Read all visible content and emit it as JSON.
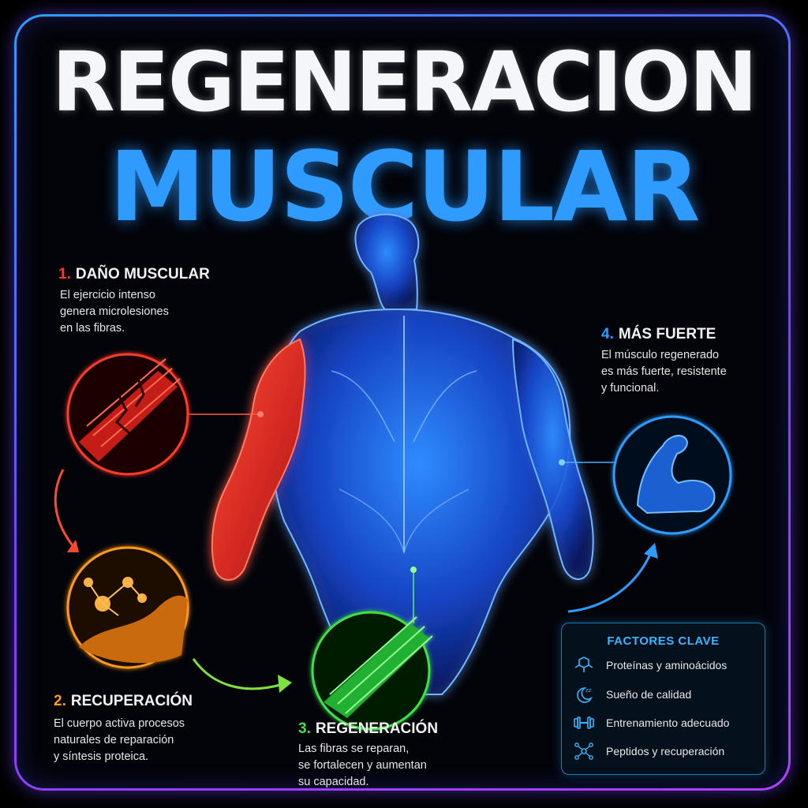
{
  "title": {
    "line1": "REGENERACION",
    "line2": "MUSCULAR"
  },
  "steps": [
    {
      "number": "1.",
      "title": "DAÑO MUSCULAR",
      "color": "#ff3a2a",
      "text": [
        "El ejercicio intenso",
        "genera microlesiones",
        "en las fibras."
      ]
    },
    {
      "number": "2.",
      "title": "RECUPERACIÓN",
      "color": "#ff9a1a",
      "text": [
        "El cuerpo activa procesos",
        "naturales de reparación",
        "y síntesis proteica."
      ]
    },
    {
      "number": "3.",
      "title": "REGENERACIÓN",
      "color": "#3fe04a",
      "text": [
        "Las fibras se reparan,",
        "se fortalecen y aumentan",
        "su capacidad."
      ]
    },
    {
      "number": "4.",
      "title": "MÁS FUERTE",
      "color": "#2f9bff",
      "text": [
        "El músculo regenerado",
        "es más fuerte, resistente",
        "y funcional."
      ]
    }
  ],
  "factors": {
    "title": "FACTORES CLAVE",
    "items": [
      {
        "icon": "molecule-hexagon-icon",
        "label": "Proteínas y aminoácidos"
      },
      {
        "icon": "moon-sleep-icon",
        "label": "Sueño de calidad"
      },
      {
        "icon": "dumbbell-icon",
        "label": "Entrenamiento adecuado"
      },
      {
        "icon": "peptide-network-icon",
        "label": "Peptidos y recuperación"
      }
    ]
  },
  "colors": {
    "damage": "#ff3a2a",
    "recovery": "#ff9a1a",
    "regeneration": "#3fe04a",
    "stronger": "#2f9bff",
    "accent": "#38b6ff"
  }
}
